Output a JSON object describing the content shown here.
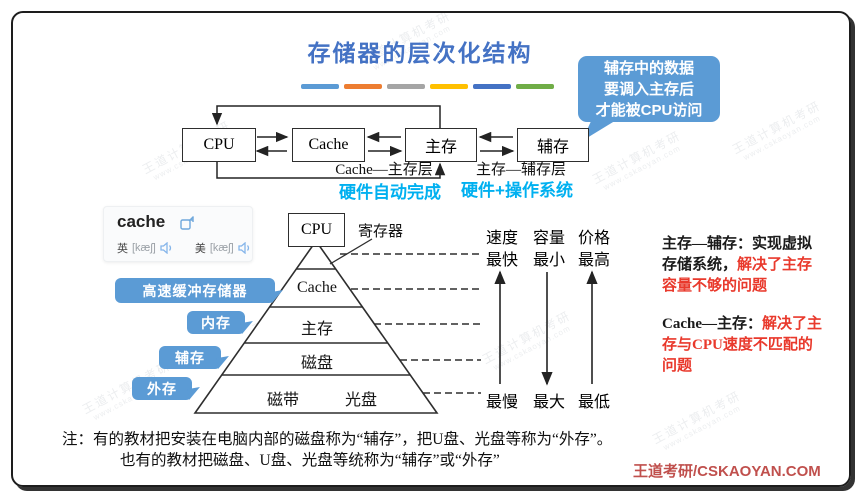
{
  "slide": {
    "title": "存储器的层次化结构",
    "brand": "王道考研/CSKAOYAN.COM",
    "accent_bars": [
      "#5B9BD5",
      "#ED7D31",
      "#A5A5A5",
      "#FFC000",
      "#4472C4",
      "#70AD47"
    ]
  },
  "colors": {
    "title_blue": "#4472C4",
    "callout_bg": "#5B9BD5",
    "note_cyan": "#00B0F0",
    "highlight_red": "#E9392C",
    "brand_red": "#C0504D"
  },
  "callout": {
    "line1": "辅存中的数据",
    "line2": "要调入主存后",
    "line3": "才能被CPU访问"
  },
  "flow": {
    "boxes": [
      {
        "label": "CPU"
      },
      {
        "label": "Cache"
      },
      {
        "label": "主存"
      },
      {
        "label": "辅存"
      }
    ],
    "layer_labels": [
      {
        "label": "Cache—主存层",
        "note": "硬件自动完成"
      },
      {
        "label": "主存—辅存层",
        "note": "硬件+操作系统"
      }
    ]
  },
  "dictionary": {
    "word": "cache",
    "uk_label": "英",
    "uk_phonetic": "[kæʃ]",
    "us_label": "美",
    "us_phonetic": "[kæʃ]"
  },
  "pyramid": {
    "top_box": "CPU",
    "register_label": "寄存器",
    "levels": [
      {
        "label": "Cache"
      },
      {
        "label": "主存"
      },
      {
        "label": "磁盘"
      }
    ],
    "bottom_left": "磁带",
    "bottom_right": "光盘",
    "side_bubbles": [
      {
        "label": "高速缓冲存储器"
      },
      {
        "label": "内存"
      },
      {
        "label": "辅存"
      },
      {
        "label": "外存"
      }
    ]
  },
  "metrics": {
    "columns": [
      {
        "header": "速度",
        "top": "最快",
        "bottom": "最慢",
        "arrow": "up"
      },
      {
        "header": "容量",
        "top": "最小",
        "bottom": "最大",
        "arrow": "down"
      },
      {
        "header": "价格",
        "top": "最高",
        "bottom": "最低",
        "arrow": "up"
      }
    ]
  },
  "annotations": [
    {
      "black": "主存—辅存：实现虚拟存储系统，",
      "red": "解决了主存容量不够的问题"
    },
    {
      "black": "Cache—主存：",
      "red": "解决了主存与CPU速度不匹配的问题"
    }
  ],
  "footnote": {
    "line1": "注：有的教材把安装在电脑内部的磁盘称为“辅存”，把U盘、光盘等称为“外存”。",
    "line2": "也有的教材把磁盘、U盘、光盘等统称为“辅存”或“外存”"
  },
  "watermark": {
    "text": "王道计算机考研",
    "url": "www.cskaoyan.com"
  }
}
